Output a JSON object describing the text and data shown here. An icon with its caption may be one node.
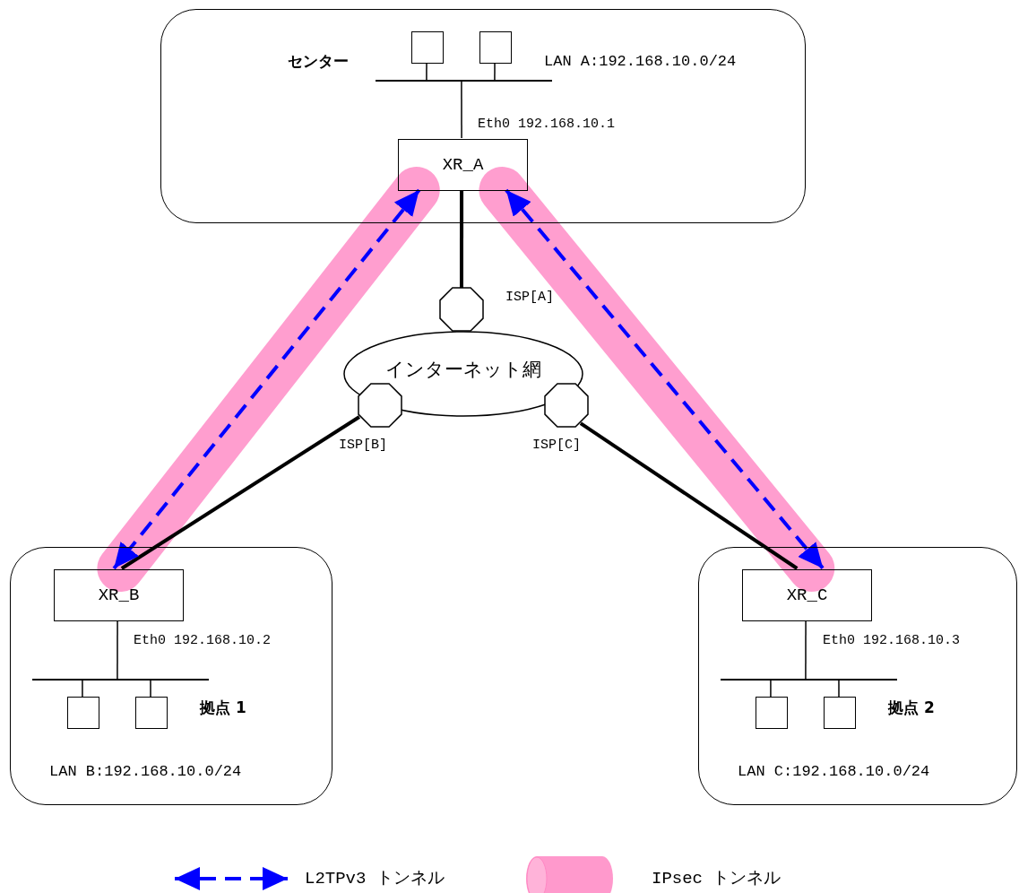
{
  "diagram": {
    "nodes": [
      {
        "text": [
          "センター",
          "LAN A:192.168.10.0/24"
        ]
      },
      {
        "text": [],
        "shape": "box",
        "in": 0
      },
      {
        "text": [],
        "shape": "box",
        "in": 0
      },
      {
        "text": [],
        "shape": "bar",
        "in": 0
      },
      {
        "text": [
          "XR_A"
        ],
        "in": 0
      },
      {
        "text": [],
        "shape": "octagon",
        "beside": [
          "ISP[A]"
        ]
      },
      {
        "text": [
          "インターネット網"
        ]
      },
      {
        "text": [],
        "shape": "octagon",
        "beside": [
          "ISP[B]"
        ]
      },
      {
        "text": [],
        "shape": "octagon",
        "beside": [
          "ISP[C]"
        ]
      },
      {
        "text": [
          "拠点 1",
          "LAN B:192.168.10.0/24"
        ]
      },
      {
        "text": [
          "XR_B"
        ],
        "in": 9
      },
      {
        "text": [],
        "shape": "bar",
        "in": 9
      },
      {
        "text": [],
        "shape": "box",
        "in": 9
      },
      {
        "text": [],
        "shape": "box",
        "in": 9
      },
      {
        "text": [
          "拠点 2",
          "LAN C:192.168.10.0/24"
        ]
      },
      {
        "text": [
          "XR_C"
        ],
        "in": 14
      },
      {
        "text": [],
        "shape": "bar",
        "in": 14
      },
      {
        "text": [],
        "shape": "box",
        "in": 14
      },
      {
        "text": [],
        "shape": "box",
        "in": 14
      }
    ],
    "edges": [
      {
        "from": 1,
        "to": 3,
        "arrow": "none"
      },
      {
        "from": 2,
        "to": 3,
        "arrow": "none"
      },
      {
        "from": 3,
        "to": 4,
        "arrow": "none",
        "label": "Eth0 192.168.10.1"
      },
      {
        "from": 4,
        "to": 5,
        "arrow": "none",
        "style": "thick"
      },
      {
        "from": 7,
        "to": 10,
        "arrow": "none",
        "style": "thick"
      },
      {
        "from": 8,
        "to": 15,
        "arrow": "none",
        "style": "thick"
      },
      {
        "from": 4,
        "to": 10,
        "arrow": "none",
        "style": "thick",
        "color": "#ff99cc"
      },
      {
        "from": 4,
        "to": 15,
        "arrow": "none",
        "style": "thick",
        "color": "#ff99cc"
      },
      {
        "from": 4,
        "to": 10,
        "arrow": "both",
        "style": "dashed",
        "color": "#0000ff"
      },
      {
        "from": 4,
        "to": 15,
        "arrow": "both",
        "style": "dashed",
        "color": "#0000ff"
      },
      {
        "from": 12,
        "to": 11,
        "arrow": "none"
      },
      {
        "from": 13,
        "to": 11,
        "arrow": "none"
      },
      {
        "from": 10,
        "to": 11,
        "arrow": "none",
        "label": "Eth0 192.168.10.2"
      },
      {
        "from": 17,
        "to": 16,
        "arrow": "none"
      },
      {
        "from": 18,
        "to": 16,
        "arrow": "none"
      },
      {
        "from": 15,
        "to": 16,
        "arrow": "none",
        "label": "Eth0 192.168.10.3"
      }
    ],
    "legend": [
      {
        "text": "L2TPv3 トンネル"
      },
      {
        "text": "IPsec トンネル"
      }
    ]
  }
}
